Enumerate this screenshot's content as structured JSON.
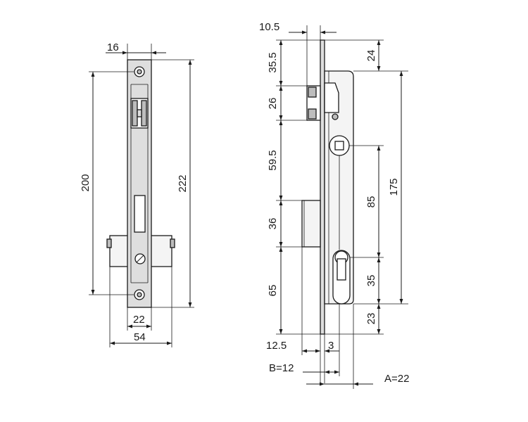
{
  "front_view": {
    "dim_faceplate_width": "16",
    "dim_fixing_centers": "200",
    "dim_total_height": "222",
    "dim_case_width": "22",
    "dim_overall_width": "54"
  },
  "side_view": {
    "dim_faceplate_thickness": "10.5",
    "dim_top_to_latch": "35.5",
    "dim_latch_height": "26",
    "dim_latch_to_bolt": "59.5",
    "dim_bolt_height": "36",
    "dim_bolt_to_bottom": "65",
    "dim_top_to_case": "24",
    "dim_case_height": "175",
    "dim_follower_to_cylinder": "85",
    "dim_cylinder_offset": "35",
    "dim_case_bottom": "23",
    "dim_bolt_throw": "12.5",
    "dim_faceplate_gap": "3",
    "dim_backset_b": "B=12",
    "dim_backset_a": "A=22"
  },
  "colors": {
    "line": "#1a1a1a",
    "faceplate": "#dedede",
    "case": "#f4f4f4"
  }
}
